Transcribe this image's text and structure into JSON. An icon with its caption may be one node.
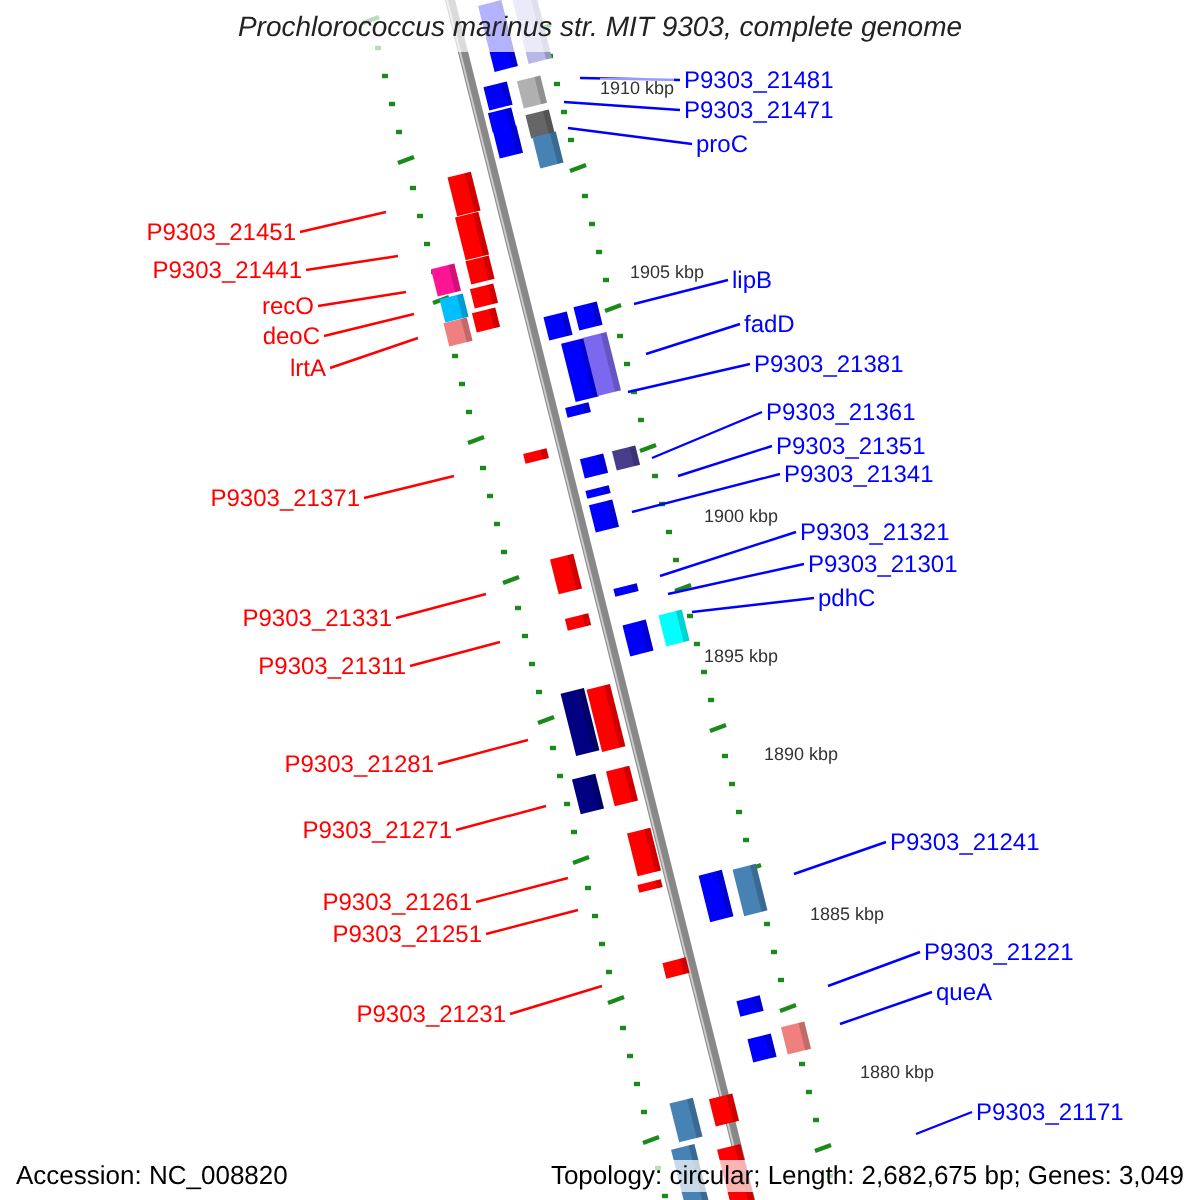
{
  "diagram": {
    "title": "Prochlorococcus marinus str. MIT 9303, complete genome",
    "nodes": [
      {
        "text": [
          "P9303_21481"
        ]
      },
      {
        "text": [
          "P9303_21471"
        ]
      },
      {
        "text": [
          "proC"
        ]
      },
      {
        "text": [
          "P9303_21451"
        ]
      },
      {
        "text": [
          "P9303_21441"
        ]
      },
      {
        "text": [
          "lipB"
        ]
      },
      {
        "text": [
          "recO"
        ]
      },
      {
        "text": [
          "fadD"
        ]
      },
      {
        "text": [
          "deoC"
        ]
      },
      {
        "text": [
          "P9303_21381"
        ]
      },
      {
        "text": [
          "lrtA"
        ]
      },
      {
        "text": [
          "P9303_21361"
        ]
      },
      {
        "text": [
          "P9303_21351"
        ]
      },
      {
        "text": [
          "P9303_21341"
        ]
      },
      {
        "text": [
          "P9303_21371"
        ]
      },
      {
        "text": [
          "P9303_21321"
        ]
      },
      {
        "text": [
          "P9303_21301"
        ]
      },
      {
        "text": [
          "pdhC"
        ]
      },
      {
        "text": [
          "P9303_21331"
        ]
      },
      {
        "text": [
          "P9303_21311"
        ]
      },
      {
        "text": [
          "P9303_21281"
        ]
      },
      {
        "text": [
          "P9303_21271"
        ]
      },
      {
        "text": [
          "P9303_21241"
        ]
      },
      {
        "text": [
          "P9303_21261"
        ]
      },
      {
        "text": [
          "P9303_21251"
        ]
      },
      {
        "text": [
          "P9303_21221"
        ]
      },
      {
        "text": [
          "queA"
        ]
      },
      {
        "text": [
          "P9303_21231"
        ]
      },
      {
        "text": [
          "P9303_21171"
        ]
      }
    ],
    "edges": [
      {
        "from": 0,
        "to": null,
        "arrow": "none"
      },
      {
        "from": 1,
        "to": null,
        "arrow": "none"
      },
      {
        "from": 2,
        "to": null,
        "arrow": "none"
      },
      {
        "from": 3,
        "to": null,
        "arrow": "none",
        "color": "#ff0000"
      },
      {
        "from": 4,
        "to": null,
        "arrow": "none",
        "color": "#ff0000"
      },
      {
        "from": 5,
        "to": null,
        "arrow": "none"
      },
      {
        "from": 6,
        "to": null,
        "arrow": "none",
        "color": "#ff0000"
      },
      {
        "from": 7,
        "to": null,
        "arrow": "none"
      },
      {
        "from": 8,
        "to": null,
        "arrow": "none",
        "color": "#ff0000"
      },
      {
        "from": 9,
        "to": null,
        "arrow": "none"
      },
      {
        "from": 10,
        "to": null,
        "arrow": "none",
        "color": "#ff0000"
      },
      {
        "from": 11,
        "to": null,
        "arrow": "none"
      },
      {
        "from": 12,
        "to": null,
        "arrow": "none"
      },
      {
        "from": 13,
        "to": null,
        "arrow": "none"
      },
      {
        "from": 14,
        "to": null,
        "arrow": "none",
        "color": "#ff0000"
      },
      {
        "from": 15,
        "to": null,
        "arrow": "none"
      },
      {
        "from": 16,
        "to": null,
        "arrow": "none"
      },
      {
        "from": 17,
        "to": null,
        "arrow": "none"
      },
      {
        "from": 18,
        "to": null,
        "arrow": "none",
        "color": "#ff0000"
      },
      {
        "from": 19,
        "to": null,
        "arrow": "none",
        "color": "#ff0000"
      },
      {
        "from": 20,
        "to": null,
        "arrow": "none",
        "color": "#ff0000"
      },
      {
        "from": 21,
        "to": null,
        "arrow": "none",
        "color": "#ff0000"
      },
      {
        "from": 22,
        "to": null,
        "arrow": "none"
      },
      {
        "from": 23,
        "to": null,
        "arrow": "none",
        "color": "#ff0000"
      },
      {
        "from": 24,
        "to": null,
        "arrow": "none",
        "color": "#ff0000"
      },
      {
        "from": 25,
        "to": null,
        "arrow": "none"
      },
      {
        "from": 26,
        "to": null,
        "arrow": "none"
      },
      {
        "from": 27,
        "to": null,
        "arrow": "none",
        "color": "#ff0000"
      },
      {
        "from": 28,
        "to": null,
        "arrow": "none"
      }
    ],
    "labels": [
      "1910 kbp",
      "1905 kbp",
      "1900 kbp",
      "1895 kbp",
      "1890 kbp",
      "1885 kbp",
      "1880 kbp",
      "Accession: NC_008820",
      "Topology: circular; Length: 2,682,675 bp; Genes: 3,049"
    ]
  }
}
